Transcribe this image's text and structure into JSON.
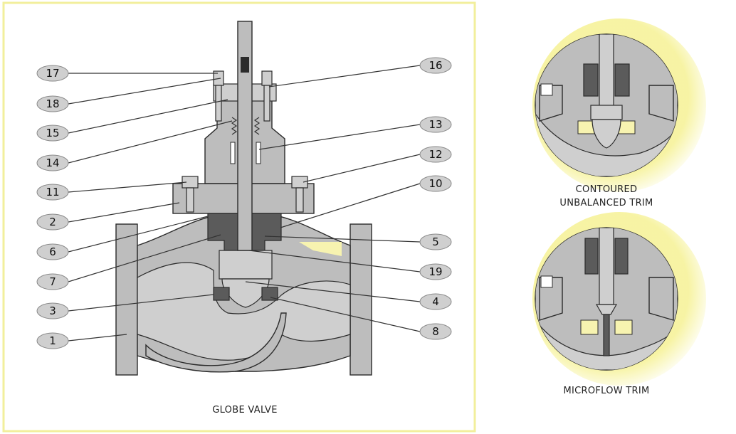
{
  "main_caption": "GLOBE VALVE",
  "callouts_left": [
    "17",
    "18",
    "15",
    "14",
    "11",
    "2",
    "6",
    "7",
    "3",
    "1"
  ],
  "callouts_right": [
    "16",
    "13",
    "12",
    "10",
    "5",
    "19",
    "4",
    "8"
  ],
  "trim_top_caption_line1": "CONTOURED",
  "trim_top_caption_line2": "UNBALANCED TRIM",
  "trim_bottom_caption": "MICROFLOW TRIM",
  "colors": {
    "frame_border": "#f2ef9c",
    "circle_glow": "#f6f29a",
    "metal_light": "#cfcfcf",
    "metal_mid": "#bdbdbd",
    "metal_dark": "#5b5b5b",
    "seat_highlight": "#f7f3b0",
    "callout_fill": "#cfcfcf"
  }
}
